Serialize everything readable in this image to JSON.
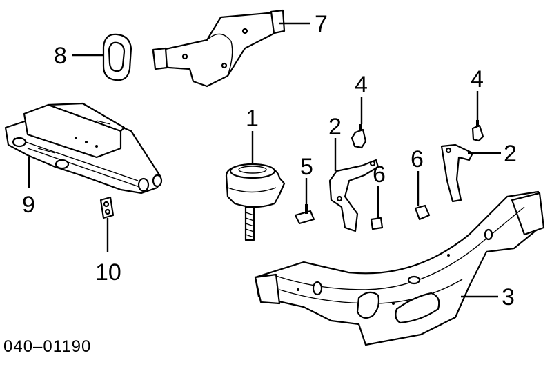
{
  "diagram": {
    "reference_code": "040–01190",
    "callouts": {
      "c1": "1",
      "c2a": "2",
      "c2b": "2",
      "c3": "3",
      "c4a": "4",
      "c4b": "4",
      "c5": "5",
      "c6a": "6",
      "c6b": "6",
      "c7": "7",
      "c8": "8",
      "c9": "9",
      "c10": "10"
    }
  }
}
